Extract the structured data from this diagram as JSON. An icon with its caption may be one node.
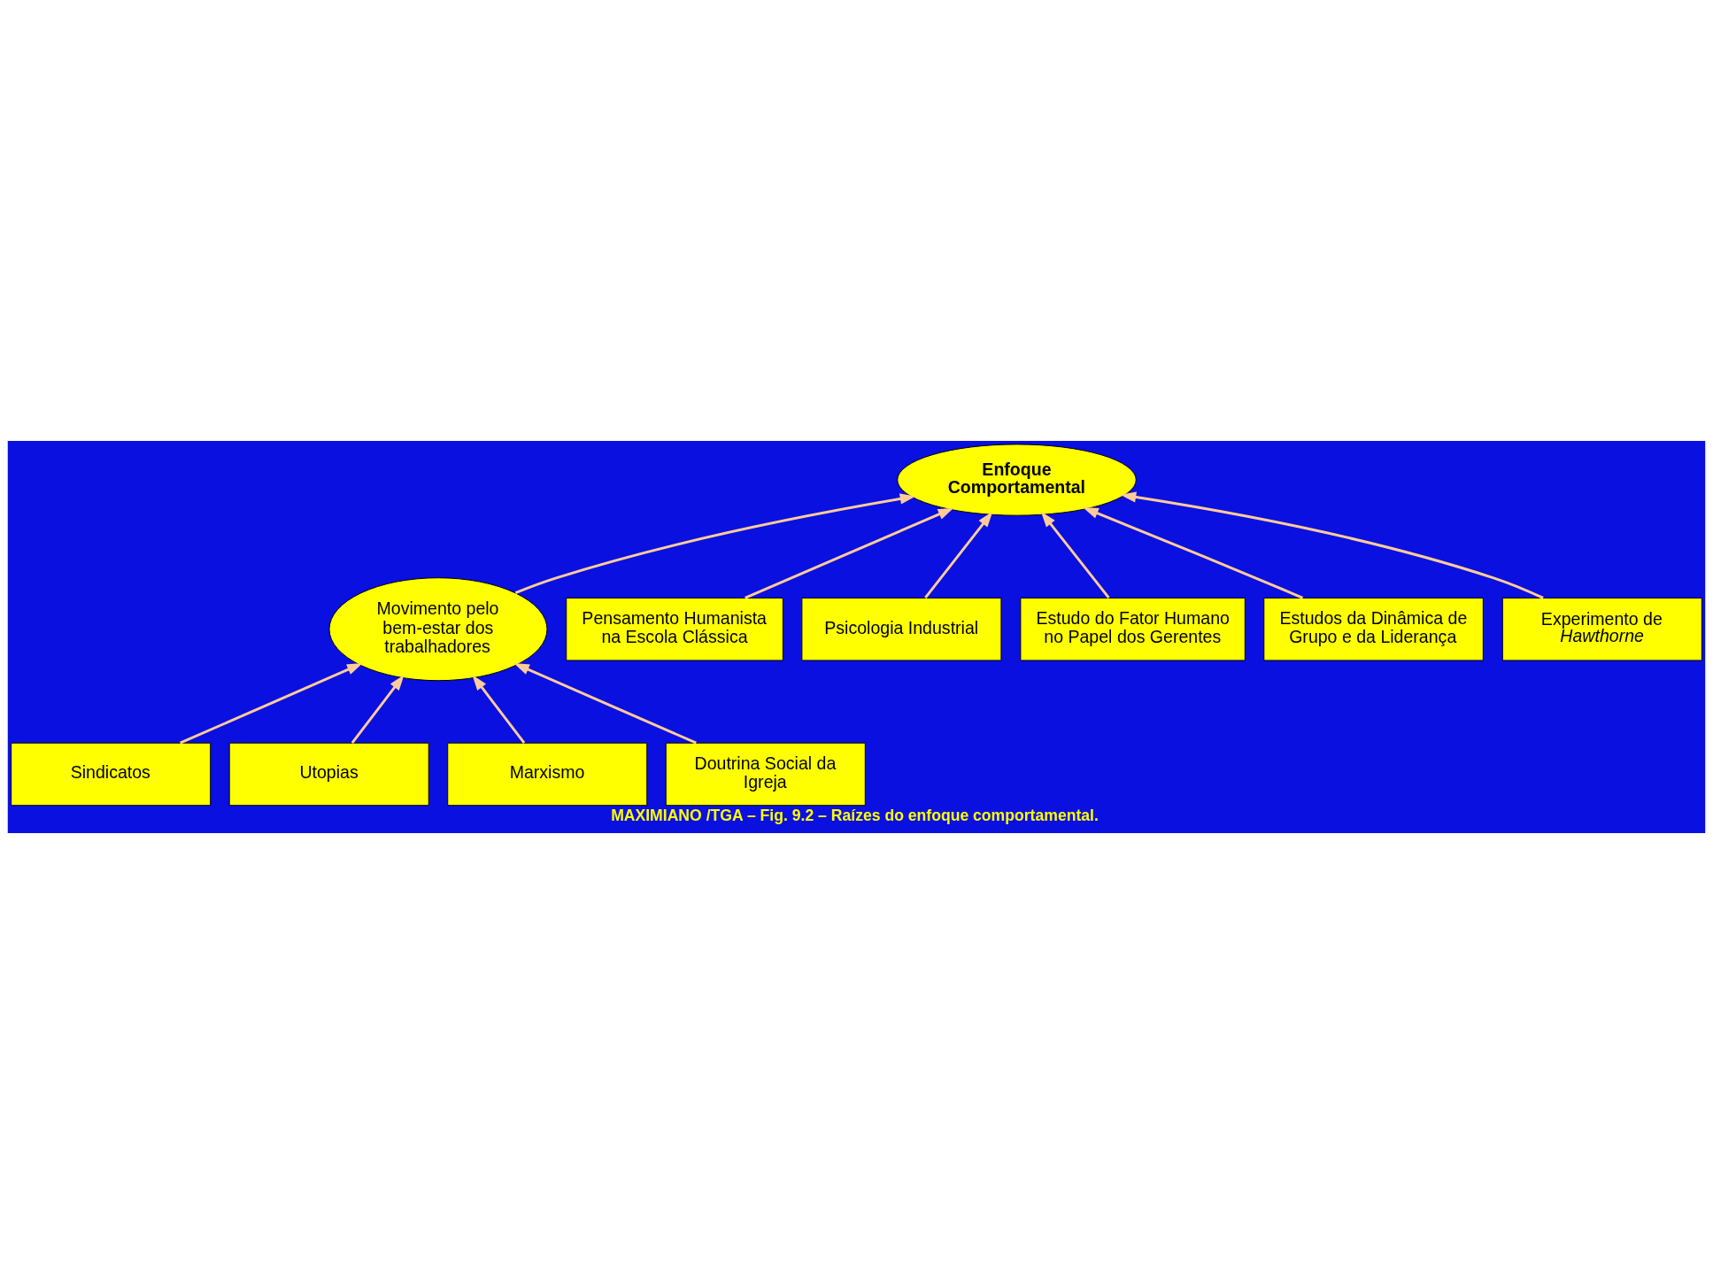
{
  "diagram": {
    "caption": "MAXIMIANO /TGA – Fig. 9.2 – Raízes do enfoque comportamental.",
    "nodes": [
      {
        "text": [
          "Enfoque Comportamental"
        ]
      },
      {
        "text": [
          "Movimento pelo bem-estar dos trabalhadores"
        ]
      },
      {
        "text": [
          "Pensamento Humanista na Escola Clássica"
        ]
      },
      {
        "text": [
          "Psicologia Industrial"
        ]
      },
      {
        "text": [
          "Estudo do Fator Humano no Papel dos Gerentes"
        ]
      },
      {
        "text": [
          "Estudos da Dinâmica de Grupo e da Liderança"
        ]
      },
      {
        "text": [
          "Experimento de *Hawthorne*"
        ]
      },
      {
        "text": [
          "Sindicatos"
        ]
      },
      {
        "text": [
          "Utopias"
        ]
      },
      {
        "text": [
          "Marxismo"
        ]
      },
      {
        "text": [
          "Doutrina Social da Igreja"
        ]
      }
    ],
    "edges": [
      {
        "from": 1,
        "to": 0,
        "arrow": "to"
      },
      {
        "from": 2,
        "to": 0,
        "arrow": "to"
      },
      {
        "from": 3,
        "to": 0,
        "arrow": "to"
      },
      {
        "from": 4,
        "to": 0,
        "arrow": "to"
      },
      {
        "from": 5,
        "to": 0,
        "arrow": "to"
      },
      {
        "from": 6,
        "to": 0,
        "arrow": "to"
      },
      {
        "from": 7,
        "to": 1,
        "arrow": "to"
      },
      {
        "from": 8,
        "to": 1,
        "arrow": "to"
      },
      {
        "from": 9,
        "to": 1,
        "arrow": "to"
      },
      {
        "from": 10,
        "to": 1,
        "arrow": "to"
      }
    ]
  }
}
